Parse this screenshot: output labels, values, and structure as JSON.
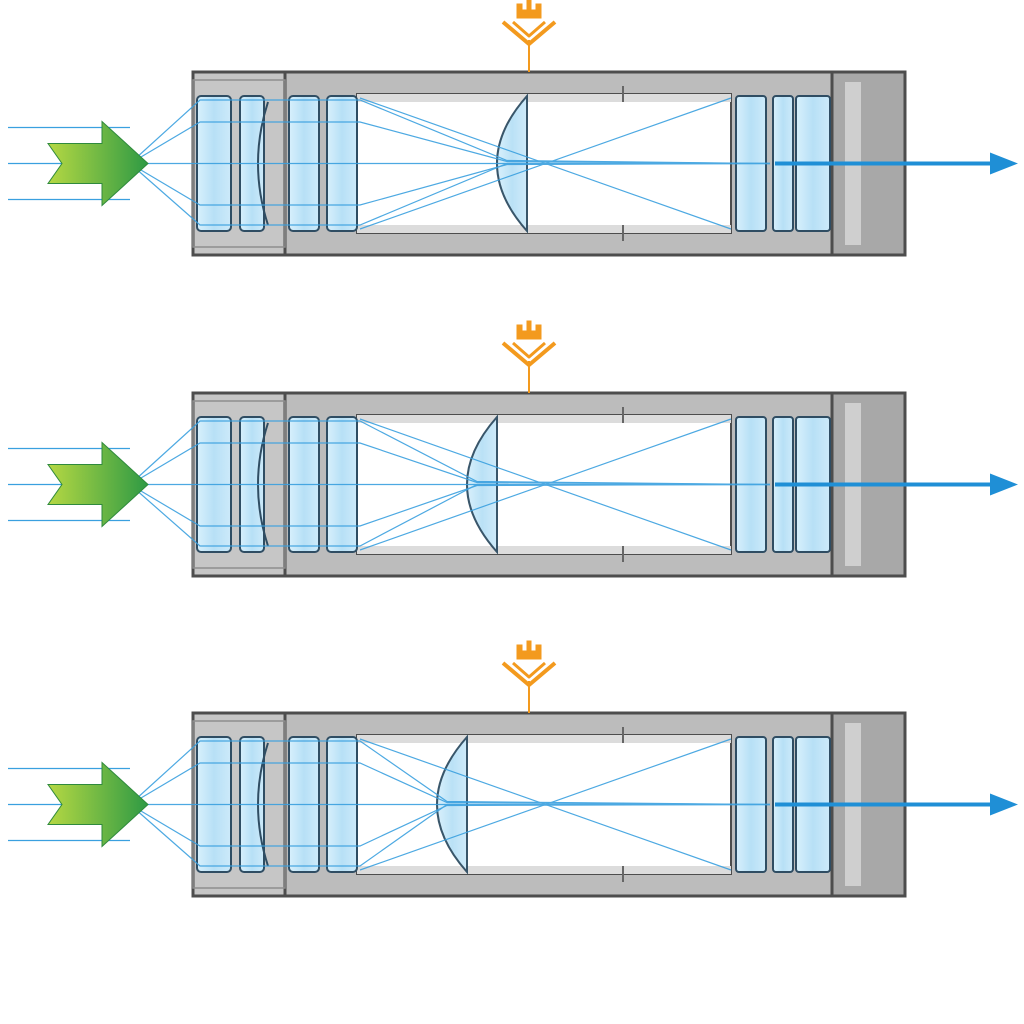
{
  "diagram": {
    "panels": [
      {
        "id": "panel-1",
        "focus_lens_position": 0.0
      },
      {
        "id": "panel-2",
        "focus_lens_position": -0.5
      },
      {
        "id": "panel-3",
        "focus_lens_position": -1.0
      }
    ],
    "elements": {
      "input_arrow": "green-input-arrow-icon",
      "output_arrow": "blue-output-arrow-icon",
      "focus_indicator": "orange-hand-pointer-icon",
      "tube": "lens-tube-housing",
      "lenses": "glass-lens-elements"
    },
    "colors": {
      "housing_fill": "#bcbcbc",
      "housing_stroke": "#4d4d4d",
      "endcap_fill": "#a8a8a8",
      "glass_fill": "#bfe3f7",
      "glass_stroke": "#2f4d63",
      "ray": "#3aa0df",
      "output_arrow": "#1f8fd6",
      "input_arrow_start": "#a9cf3c",
      "input_arrow_end": "#2e9a44",
      "indicator": "#f39a1e"
    }
  }
}
